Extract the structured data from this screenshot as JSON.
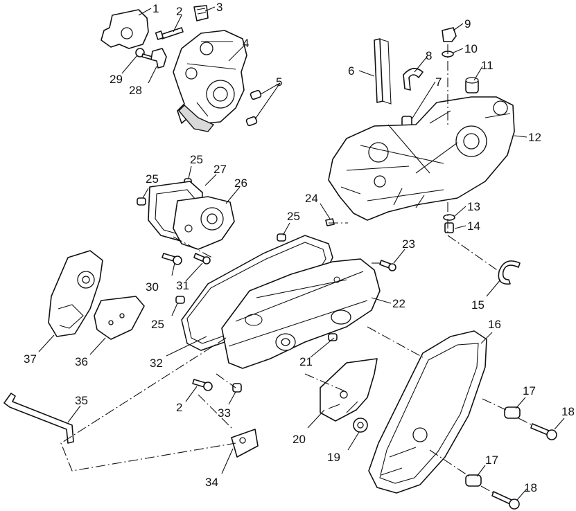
{
  "diagram": {
    "callouts": [
      {
        "id": "c1",
        "text": "1"
      },
      {
        "id": "c2a",
        "text": "2"
      },
      {
        "id": "c3",
        "text": "3"
      },
      {
        "id": "c4",
        "text": "4"
      },
      {
        "id": "c5",
        "text": "5"
      },
      {
        "id": "c6",
        "text": "6"
      },
      {
        "id": "c7",
        "text": "7"
      },
      {
        "id": "c8",
        "text": "8"
      },
      {
        "id": "c9",
        "text": "9"
      },
      {
        "id": "c10",
        "text": "10"
      },
      {
        "id": "c11",
        "text": "11"
      },
      {
        "id": "c12",
        "text": "12"
      },
      {
        "id": "c13",
        "text": "13"
      },
      {
        "id": "c14",
        "text": "14"
      },
      {
        "id": "c15",
        "text": "15"
      },
      {
        "id": "c16",
        "text": "16"
      },
      {
        "id": "c17a",
        "text": "17"
      },
      {
        "id": "c17b",
        "text": "17"
      },
      {
        "id": "c18a",
        "text": "18"
      },
      {
        "id": "c18b",
        "text": "18"
      },
      {
        "id": "c19",
        "text": "19"
      },
      {
        "id": "c20",
        "text": "20"
      },
      {
        "id": "c21",
        "text": "21"
      },
      {
        "id": "c22",
        "text": "22"
      },
      {
        "id": "c23",
        "text": "23"
      },
      {
        "id": "c24",
        "text": "24"
      },
      {
        "id": "c25a",
        "text": "25"
      },
      {
        "id": "c25b",
        "text": "25"
      },
      {
        "id": "c25c",
        "text": "25"
      },
      {
        "id": "c25d",
        "text": "25"
      },
      {
        "id": "c26",
        "text": "26"
      },
      {
        "id": "c27",
        "text": "27"
      },
      {
        "id": "c28",
        "text": "28"
      },
      {
        "id": "c29",
        "text": "29"
      },
      {
        "id": "c30",
        "text": "30"
      },
      {
        "id": "c31",
        "text": "31"
      },
      {
        "id": "c32",
        "text": "32"
      },
      {
        "id": "c33",
        "text": "33"
      },
      {
        "id": "c2b",
        "text": "2"
      },
      {
        "id": "c34",
        "text": "34"
      },
      {
        "id": "c35",
        "text": "35"
      },
      {
        "id": "c36",
        "text": "36"
      },
      {
        "id": "c37",
        "text": "37"
      }
    ]
  }
}
